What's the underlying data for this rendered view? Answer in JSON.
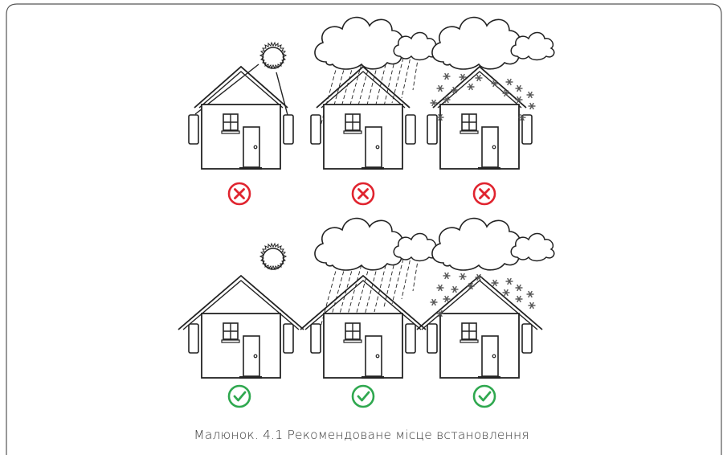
{
  "caption": "Малюнок. 4.1 Рекомендоване місце встановлення",
  "colors": {
    "line": "#222222",
    "bad": "#e0242f",
    "good": "#2fa84f",
    "snow": "#555555",
    "frame": "#555555"
  },
  "scenarios": [
    {
      "row": "top",
      "weather": "sun",
      "roof": "unprotected",
      "status": "not-recommended",
      "icon": "cross-circle-icon"
    },
    {
      "row": "top",
      "weather": "rain",
      "roof": "unprotected",
      "status": "not-recommended",
      "icon": "cross-circle-icon"
    },
    {
      "row": "top",
      "weather": "snow",
      "roof": "unprotected",
      "status": "not-recommended",
      "icon": "cross-circle-icon"
    },
    {
      "row": "bottom",
      "weather": "sun",
      "roof": "eave-protected",
      "status": "recommended",
      "icon": "check-circle-icon"
    },
    {
      "row": "bottom",
      "weather": "rain",
      "roof": "eave-protected",
      "status": "recommended",
      "icon": "check-circle-icon"
    },
    {
      "row": "bottom",
      "weather": "snow",
      "roof": "eave-protected",
      "status": "recommended",
      "icon": "check-circle-icon"
    }
  ]
}
